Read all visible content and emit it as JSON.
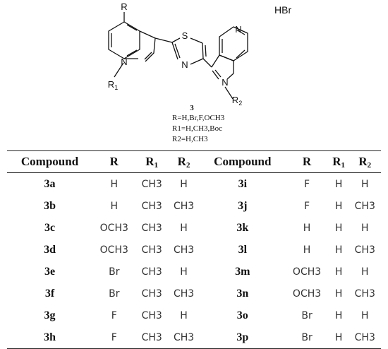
{
  "salt": "HBr",
  "compound_number": "3",
  "substituents": [
    "R=H,Br,F,OCH3",
    "R1=H,CH3,Boc",
    "R2=H,CH3"
  ],
  "atoms": {
    "R": "R",
    "N": "N",
    "S": "S",
    "R1": "R",
    "R1_sub": "1",
    "R2": "R",
    "R2_sub": "2"
  },
  "table": {
    "headers": [
      "Compound",
      "R",
      "R",
      "R",
      "Compound",
      "R",
      "R",
      "R"
    ],
    "header_subs": [
      "",
      "",
      "1",
      "2",
      "",
      "",
      "1",
      "2"
    ],
    "rows": [
      [
        "3a",
        "H",
        "CH3",
        "H",
        "3i",
        "F",
        "H",
        "H"
      ],
      [
        "3b",
        "H",
        "CH3",
        "CH3",
        "3j",
        "F",
        "H",
        "CH3"
      ],
      [
        "3c",
        "OCH3",
        "CH3",
        "H",
        "3k",
        "H",
        "H",
        "H"
      ],
      [
        "3d",
        "OCH3",
        "CH3",
        "CH3",
        "3l",
        "H",
        "H",
        "CH3"
      ],
      [
        "3e",
        "Br",
        "CH3",
        "H",
        "3m",
        "OCH3",
        "H",
        "H"
      ],
      [
        "3f",
        "Br",
        "CH3",
        "CH3",
        "3n",
        "OCH3",
        "H",
        "CH3"
      ],
      [
        "3g",
        "F",
        "CH3",
        "H",
        "3o",
        "Br",
        "H",
        "H"
      ],
      [
        "3h",
        "F",
        "CH3",
        "CH3",
        "3p",
        "Br",
        "H",
        "CH3"
      ]
    ]
  }
}
